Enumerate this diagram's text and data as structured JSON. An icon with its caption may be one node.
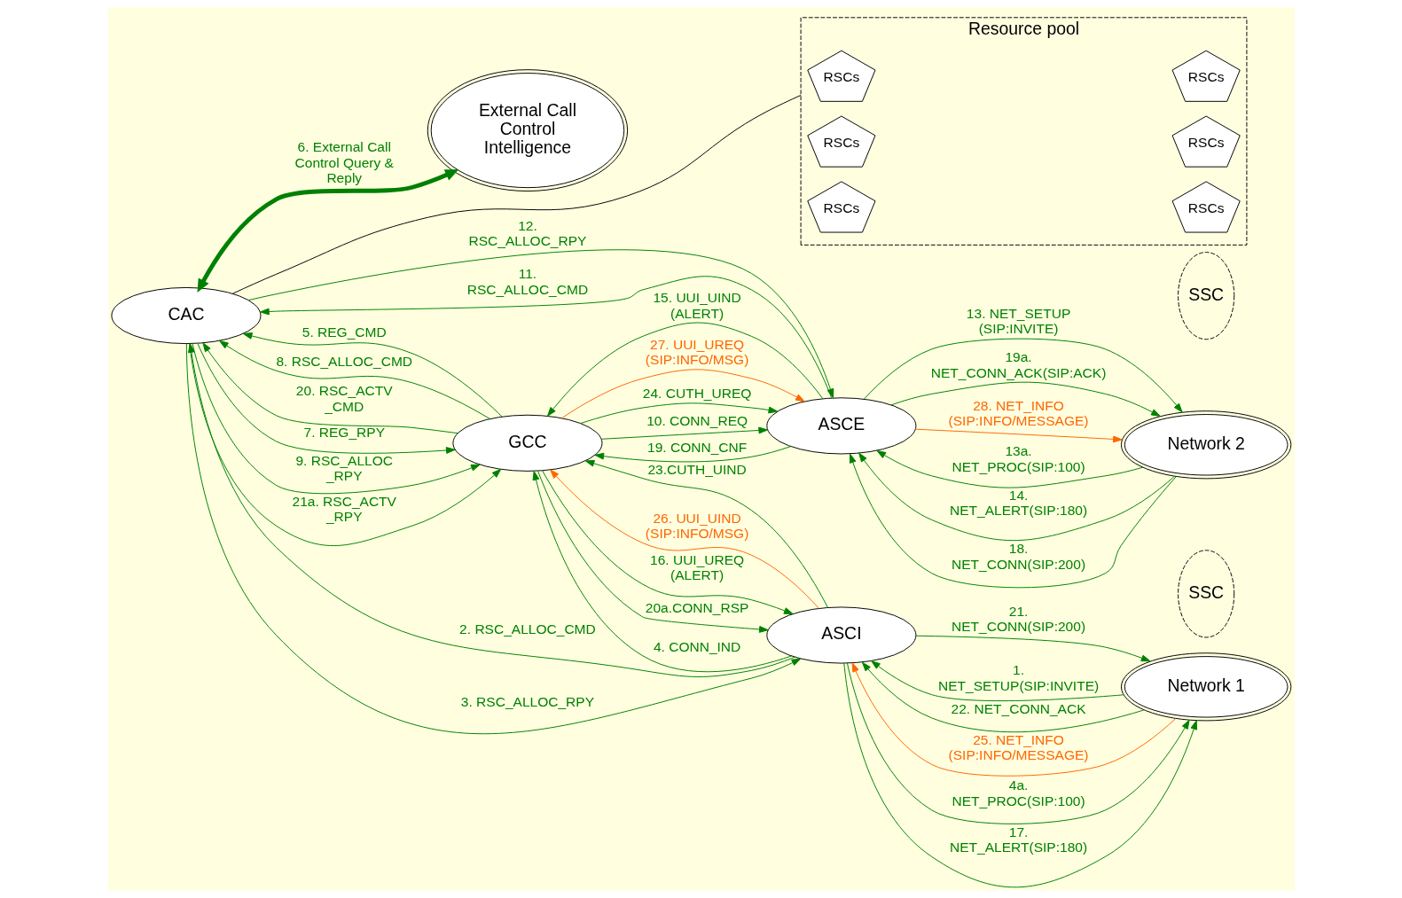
{
  "diagram": {
    "nodes": [
      {
        "text": [
          "External Call Control Intelligence"
        ]
      },
      {
        "text": [
          "Resource pool"
        ]
      },
      {
        "text": [
          "RSCs"
        ],
        "in": 1
      },
      {
        "text": [
          "RSCs"
        ],
        "in": 1
      },
      {
        "text": [
          "RSCs"
        ],
        "in": 1
      },
      {
        "text": [
          "RSCs"
        ],
        "in": 1
      },
      {
        "text": [
          "RSCs"
        ],
        "in": 1
      },
      {
        "text": [
          "RSCs"
        ],
        "in": 1
      },
      {
        "text": [
          "CAC"
        ]
      },
      {
        "text": [
          "GCC"
        ]
      },
      {
        "text": [
          "SSC"
        ]
      },
      {
        "text": [
          "SSC"
        ]
      },
      {
        "text": [
          "Network 1"
        ]
      },
      {
        "text": [
          "ASCI"
        ]
      },
      {
        "text": [
          "ASCE"
        ]
      },
      {
        "text": [
          "Network 2"
        ]
      }
    ],
    "edges": [
      {
        "from": 1,
        "to": 8,
        "arrow": "none",
        "color": "#000000"
      },
      {
        "from": 8,
        "to": 0,
        "arrow": "both",
        "label": "6. External Call Control Query & Reply",
        "style": "thick"
      },
      {
        "from": 13,
        "to": 8,
        "arrow": "to",
        "label": "2. RSC_ALLOC_CMD"
      },
      {
        "from": 8,
        "to": 13,
        "arrow": "to",
        "label": "3. RSC_ALLOC_RPY"
      },
      {
        "from": 9,
        "to": 8,
        "arrow": "to",
        "label": "5. REG_CMD"
      },
      {
        "from": 8,
        "to": 9,
        "arrow": "to",
        "label": "7. REG_RPY"
      },
      {
        "from": 9,
        "to": 8,
        "arrow": "to",
        "label": "8. RSC_ALLOC_CMD"
      },
      {
        "from": 8,
        "to": 9,
        "arrow": "to",
        "label": "9. RSC_ALLOC _RPY"
      },
      {
        "from": 9,
        "to": 8,
        "arrow": "to",
        "label": "20. RSC_ACTV _CMD"
      },
      {
        "from": 8,
        "to": 9,
        "arrow": "to",
        "label": "21a. RSC_ACTV _RPY"
      },
      {
        "from": 8,
        "to": 14,
        "arrow": "to",
        "label": "12. RSC_ALLOC_RPY"
      },
      {
        "from": 14,
        "to": 8,
        "arrow": "to",
        "label": "11. RSC_ALLOC_CMD"
      },
      {
        "from": 13,
        "to": 9,
        "arrow": "to",
        "label": "4. CONN_IND"
      },
      {
        "from": 9,
        "to": 13,
        "arrow": "to",
        "label": "16. UUI_UREQ (ALERT)"
      },
      {
        "from": 9,
        "to": 13,
        "arrow": "to",
        "label": "20a.CONN_RSP"
      },
      {
        "from": 13,
        "to": 9,
        "arrow": "to",
        "label": "23.CUTH_UIND"
      },
      {
        "from": 13,
        "to": 9,
        "arrow": "to",
        "label": "26. UUI_UIND (SIP:INFO/MSG)",
        "color": "#ff6600"
      },
      {
        "from": 9,
        "to": 14,
        "arrow": "to",
        "label": "27. UUI_UREQ (SIP:INFO/MSG)",
        "color": "#ff6600"
      },
      {
        "from": 9,
        "to": 14,
        "arrow": "to",
        "label": "24. CUTH_UREQ"
      },
      {
        "from": 14,
        "to": 9,
        "arrow": "to",
        "label": "19. CONN_CNF"
      },
      {
        "from": 14,
        "to": 9,
        "arrow": "to",
        "label": "15. UUI_UIND (ALERT)"
      },
      {
        "from": 9,
        "to": 14,
        "arrow": "to",
        "label": "10. CONN_REQ"
      },
      {
        "from": 12,
        "to": 13,
        "arrow": "to",
        "label": "1. NET_SETUP(SIP:INVITE)"
      },
      {
        "from": 13,
        "to": 12,
        "arrow": "to",
        "label": "4a. NET_PROC(SIP:100)"
      },
      {
        "from": 13,
        "to": 12,
        "arrow": "to",
        "label": "17. NET_ALERT(SIP:180)"
      },
      {
        "from": 13,
        "to": 12,
        "arrow": "to",
        "label": "21. NET_CONN(SIP:200)"
      },
      {
        "from": 12,
        "to": 13,
        "arrow": "to",
        "label": "22. NET_CONN_ACK"
      },
      {
        "from": 12,
        "to": 13,
        "arrow": "to",
        "label": "25. NET_INFO (SIP:INFO/MESSAGE)",
        "color": "#ff6600"
      },
      {
        "from": 14,
        "to": 15,
        "arrow": "to",
        "label": "13. NET_SETUP (SIP:INVITE)"
      },
      {
        "from": 15,
        "to": 14,
        "arrow": "to",
        "label": "13a. NET_PROC(SIP:100)"
      },
      {
        "from": 15,
        "to": 14,
        "arrow": "to",
        "label": "14. NET_ALERT(SIP:180)"
      },
      {
        "from": 15,
        "to": 14,
        "arrow": "to",
        "label": "18. NET_CONN(SIP:200)"
      },
      {
        "from": 14,
        "to": 15,
        "arrow": "to",
        "label": "19a. NET_CONN_ACK(SIP:ACK)"
      },
      {
        "from": 14,
        "to": 15,
        "arrow": "to",
        "label": "28. NET_INFO (SIP:INFO/MESSAGE)",
        "color": "#ff6600"
      }
    ]
  }
}
